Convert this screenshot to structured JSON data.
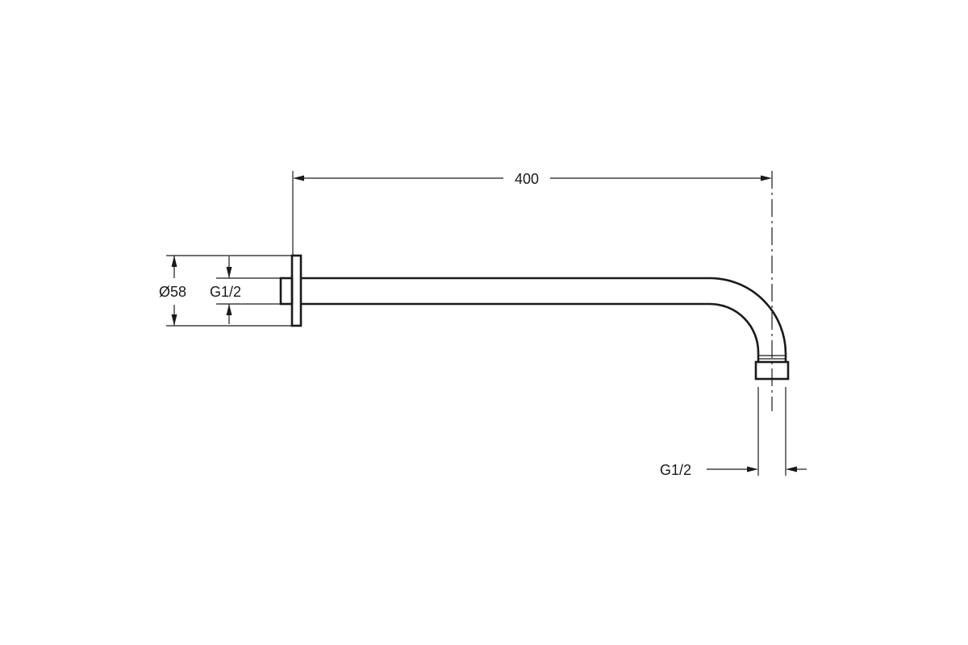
{
  "drawing": {
    "dimensions": {
      "arm_length": "400",
      "flange_diameter": "Ø58",
      "inlet_thread": "G1/2",
      "outlet_thread": "G1/2"
    }
  }
}
